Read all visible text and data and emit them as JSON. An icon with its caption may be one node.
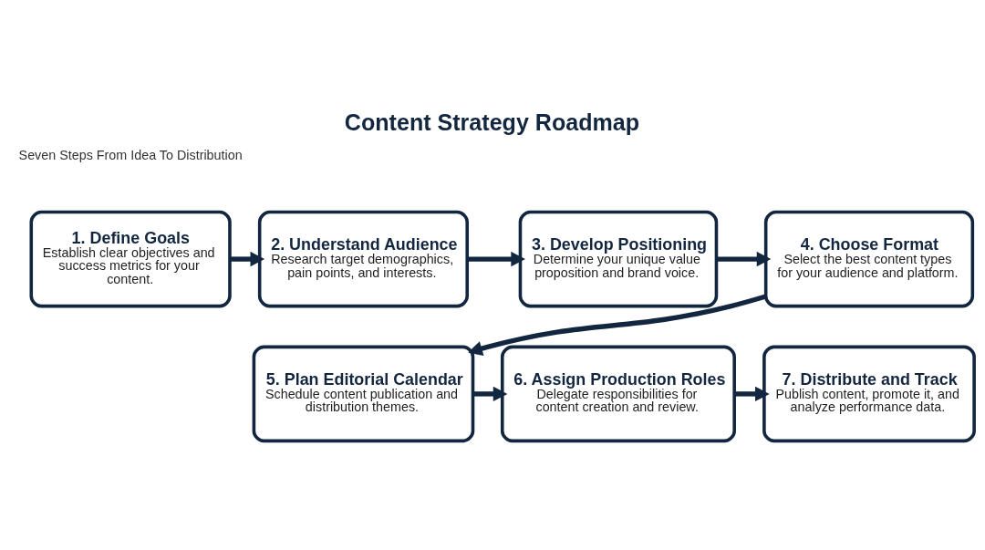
{
  "diagram": {
    "title": "Content Strategy Roadmap",
    "nodes": [
      {
        "text": [
          "1. Define Goals",
          "Establish clear objectives and success metrics for your content."
        ]
      },
      {
        "text": [
          "2. Understand Audience",
          "Research target demographics, pain points, and interests."
        ]
      },
      {
        "text": [
          "3. Develop Positioning",
          "Determine your unique value proposition and brand voice."
        ]
      },
      {
        "text": [
          "4. Choose Format",
          "Select the best content types for your audience and platform."
        ]
      },
      {
        "text": [
          "5. Plan Editorial Calendar",
          "Schedule content publication and distribution themes."
        ]
      },
      {
        "text": [
          "6. Assign Production Roles",
          "Delegate responsibilities for content creation and review."
        ]
      },
      {
        "text": [
          "7. Distribute and Track",
          "Publish content, promote it, and analyze performance data."
        ]
      }
    ],
    "edges": [
      {
        "from": 0,
        "to": 1,
        "arrow": "to"
      },
      {
        "from": 1,
        "to": 2,
        "arrow": "to"
      },
      {
        "from": 2,
        "to": 3,
        "arrow": "to"
      },
      {
        "from": 3,
        "to": 4,
        "arrow": "to"
      },
      {
        "from": 4,
        "to": 5,
        "arrow": "to"
      },
      {
        "from": 5,
        "to": 6,
        "arrow": "to"
      }
    ],
    "labels": [
      "Seven Steps From Idea To Distribution"
    ]
  }
}
